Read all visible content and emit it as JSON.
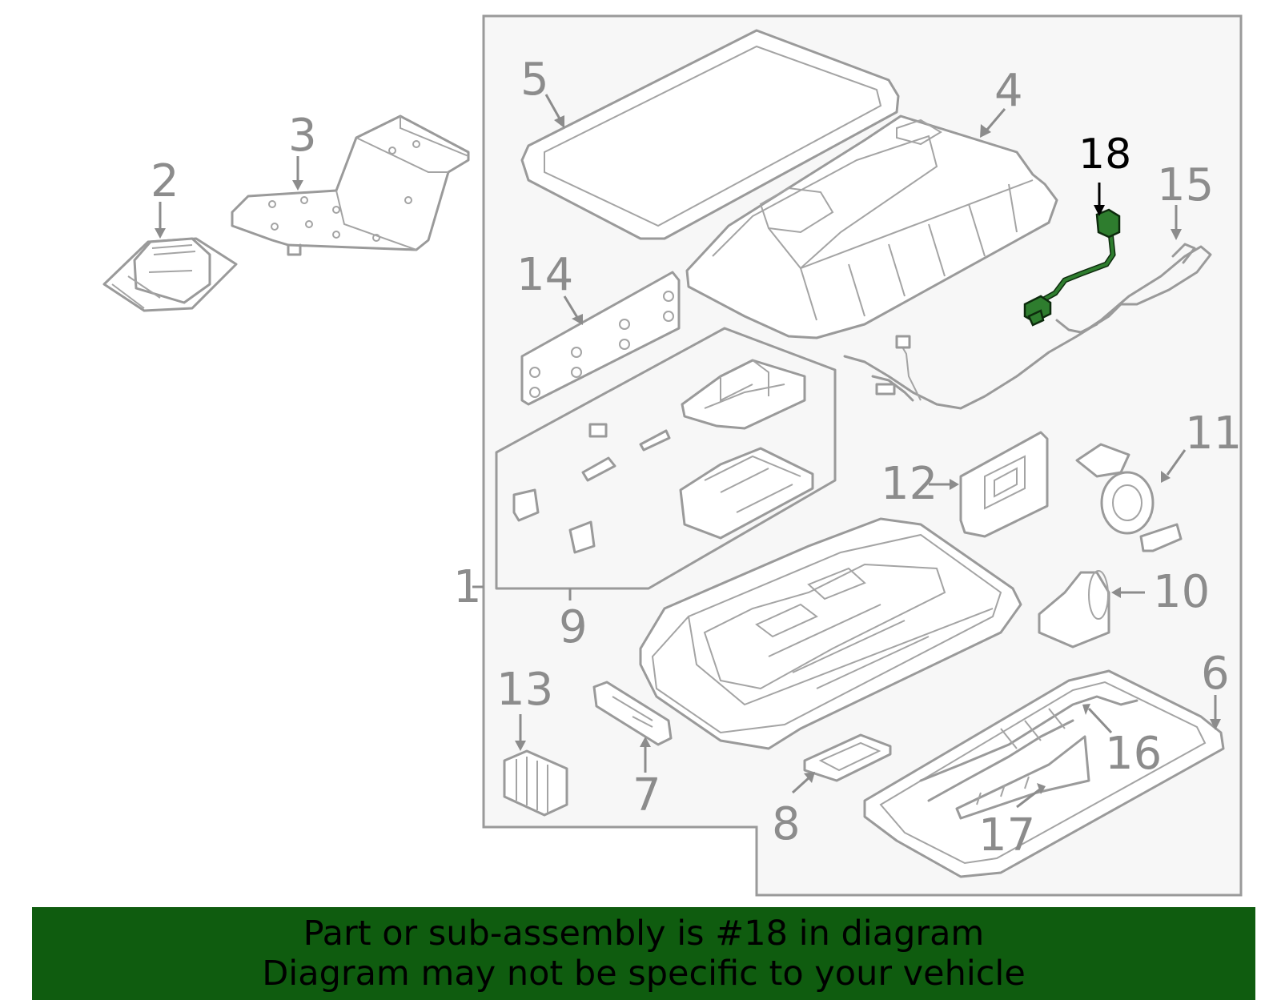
{
  "diagram": {
    "callouts": {
      "c1": "1",
      "c2": "2",
      "c3": "3",
      "c4": "4",
      "c5": "5",
      "c6": "6",
      "c7": "7",
      "c8": "8",
      "c9": "9",
      "c10": "10",
      "c11": "11",
      "c12": "12",
      "c13": "13",
      "c14": "14",
      "c15": "15",
      "c16": "16",
      "c17": "17",
      "c18": "18"
    },
    "highlighted_part": "18",
    "colors": {
      "line_art": "#9a9a9a",
      "highlight": "#2e7d2e",
      "panel_background": "#f7f7f7",
      "banner_background": "#0f5c0f",
      "banner_text": "#000000"
    }
  },
  "banner": {
    "line1": "Part or sub-assembly is #18 in diagram",
    "line2": "Diagram may not be specific to your vehicle"
  }
}
